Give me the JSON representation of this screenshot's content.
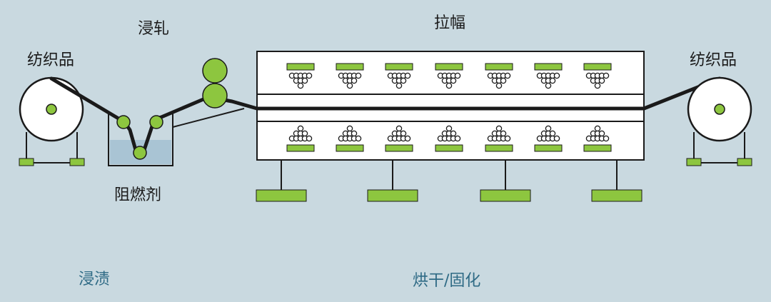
{
  "labels": {
    "fabric_left": "纺织品",
    "fabric_right": "纺织品",
    "padding": "浸轧",
    "flame_retardant": "阻燃剂",
    "tenter": "拉幅"
  },
  "stages": {
    "impregnation": "浸渍",
    "drying_curing": "烘干/固化"
  },
  "colors": {
    "background": "#c9d9e0",
    "accent_green": "#8dc63f",
    "line": "#1a1a1a",
    "bath_liquid": "#a9c4d4",
    "stage_text": "#2e6a85"
  }
}
